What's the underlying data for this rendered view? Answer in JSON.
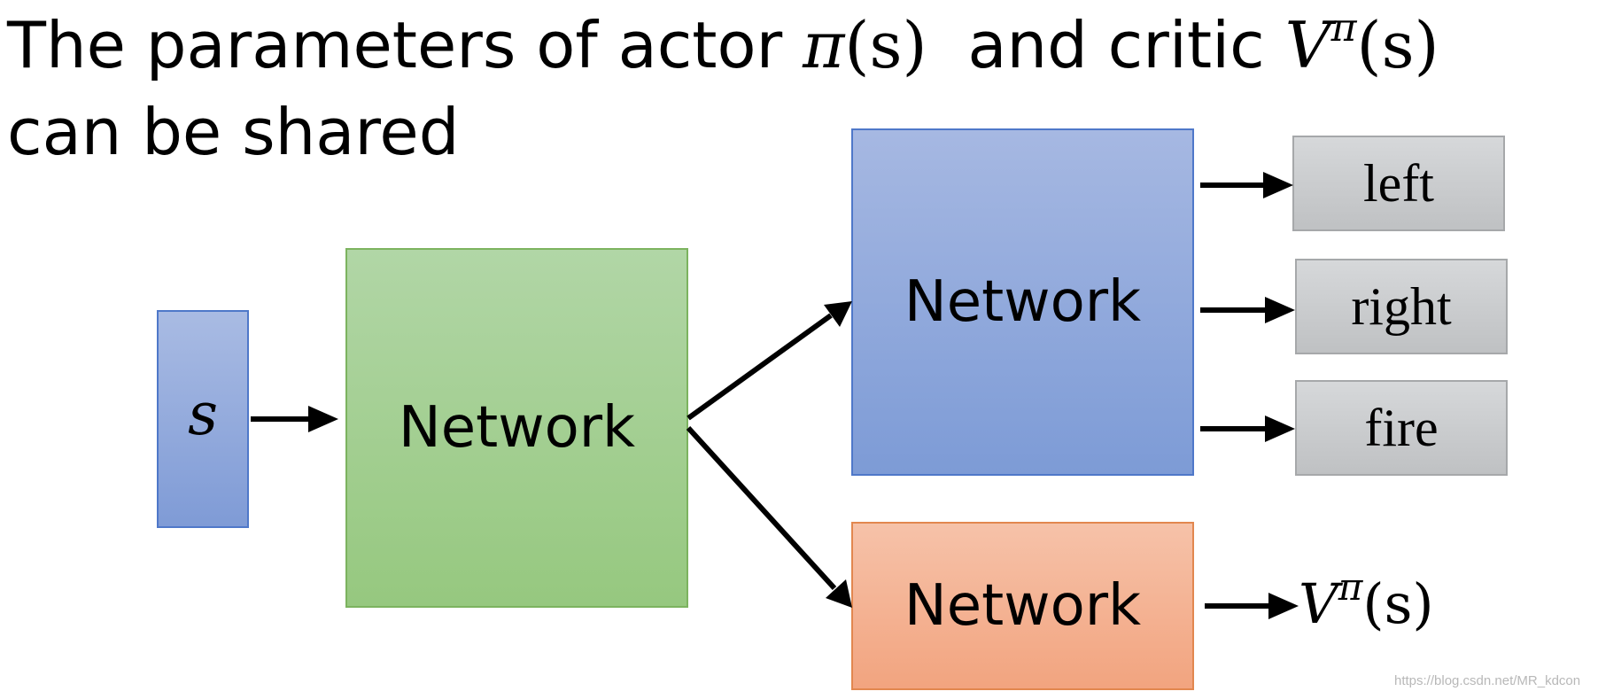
{
  "title": {
    "line1_text": "The parameters of actor ",
    "actor_symbol": "π",
    "actor_arg": "(s)",
    "line1_mid": "  and critic ",
    "critic_symbol": "V",
    "critic_sup": "π",
    "critic_arg": "(s)",
    "line2_text": "can be shared"
  },
  "input": {
    "label": "s"
  },
  "shared_network": {
    "label": "Network"
  },
  "actor_network": {
    "label": "Network"
  },
  "critic_network": {
    "label": "Network"
  },
  "actions": [
    "left",
    "right",
    "fire"
  ],
  "critic_output": {
    "symbol": "V",
    "sup": "π",
    "arg": "(s)"
  },
  "watermark": "https://blog.csdn.net/MR_kdcon",
  "colors": {
    "input_fill": "#8fa8dc",
    "shared_fill": "#a5d08f",
    "actor_fill": "#90a9dc",
    "critic_fill": "#f4b394",
    "action_fill": "#c9cbcd"
  }
}
